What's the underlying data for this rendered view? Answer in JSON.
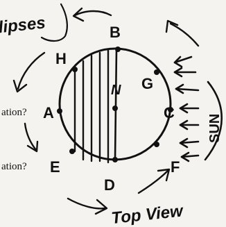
{
  "caption": {
    "top_left": "lipses",
    "bottom": "Top View",
    "sun": "SUN"
  },
  "point_labels": {
    "A": "A",
    "B": "B",
    "C": "C",
    "D": "D",
    "E": "E",
    "F": "F",
    "G": "G",
    "H": "H",
    "N": "N"
  },
  "question_fragments": {
    "q1": "ation?",
    "q2": "ation?"
  },
  "colors": {
    "ink": "#111111",
    "paper": "#f4f3ef"
  }
}
